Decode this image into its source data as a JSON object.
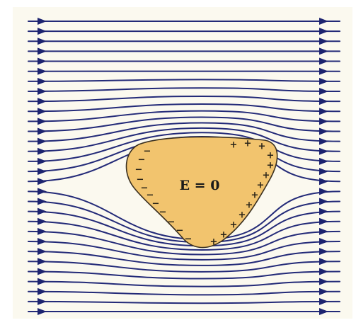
{
  "figure": {
    "inside_label": "E = 0",
    "positive_charge_symbol": "+",
    "negative_charge_symbol": "−"
  },
  "colors": {
    "background": "#fbf9ef",
    "field_line": "#232a78",
    "arrow": "#1d2470",
    "conductor_fill": "#f2c46e",
    "conductor_stroke": "#3a3020",
    "charge_mark": "#2a2418",
    "label": "#1a1a1a"
  },
  "field_lines": {
    "count": 30,
    "arrow_direction": "left-to-right",
    "arrows_per_line": 2
  },
  "conductor": {
    "shape": "rounded-triangle",
    "left_side_charge": "negative",
    "right_side_charge": "positive"
  }
}
